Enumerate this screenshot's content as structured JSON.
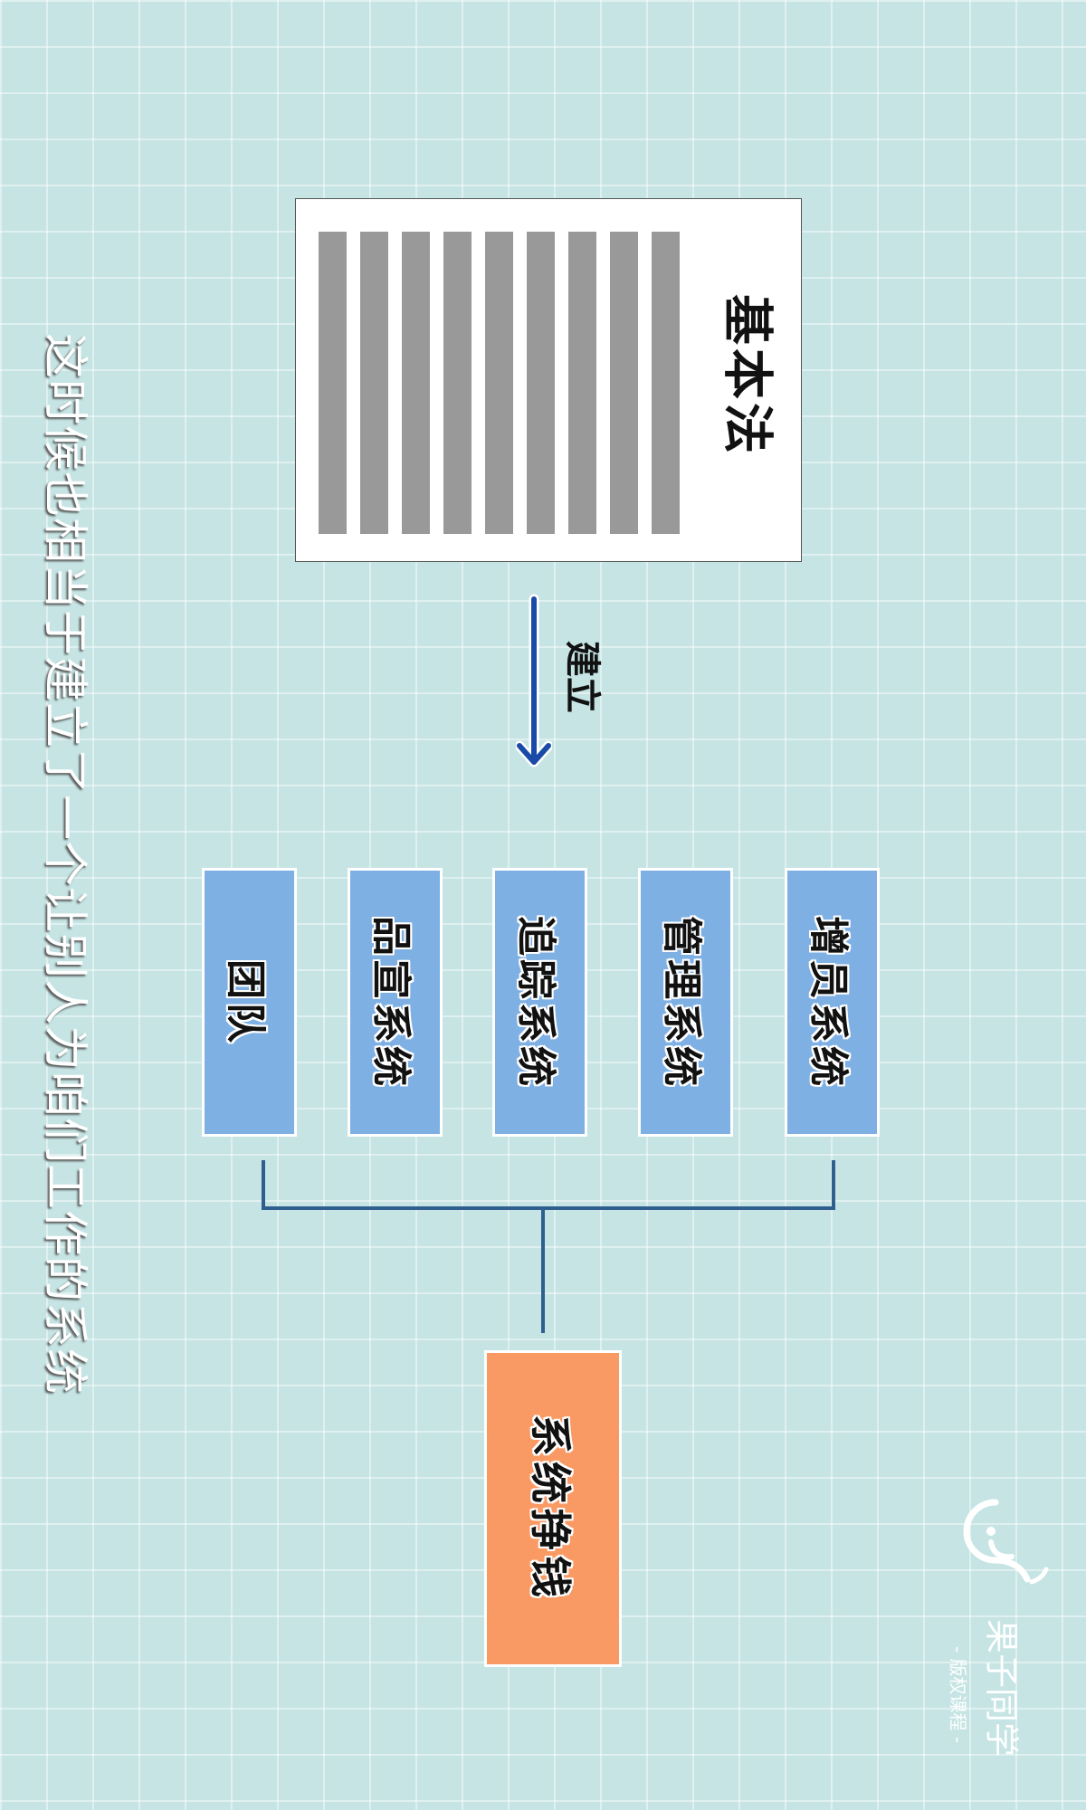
{
  "document": {
    "title": "基本法",
    "line_count": 9
  },
  "arrow": {
    "label": "建立",
    "color": "#1a4aa8"
  },
  "systems": [
    {
      "label": "增员系统"
    },
    {
      "label": "管理系统"
    },
    {
      "label": "追踪系统"
    },
    {
      "label": "品宣系统"
    },
    {
      "label": "团队"
    }
  ],
  "result": {
    "label": "系统挣钱"
  },
  "subtitle": "这时候也相当于建立了一个让别人为咱们工作的系统",
  "watermark": {
    "brand": "果子同学",
    "tagline": "- 版权课程 -"
  },
  "colors": {
    "background": "#c6e4e4",
    "system_box": "#7fb0e4",
    "result_box": "#f99a64",
    "connector": "#2e5f8f"
  }
}
